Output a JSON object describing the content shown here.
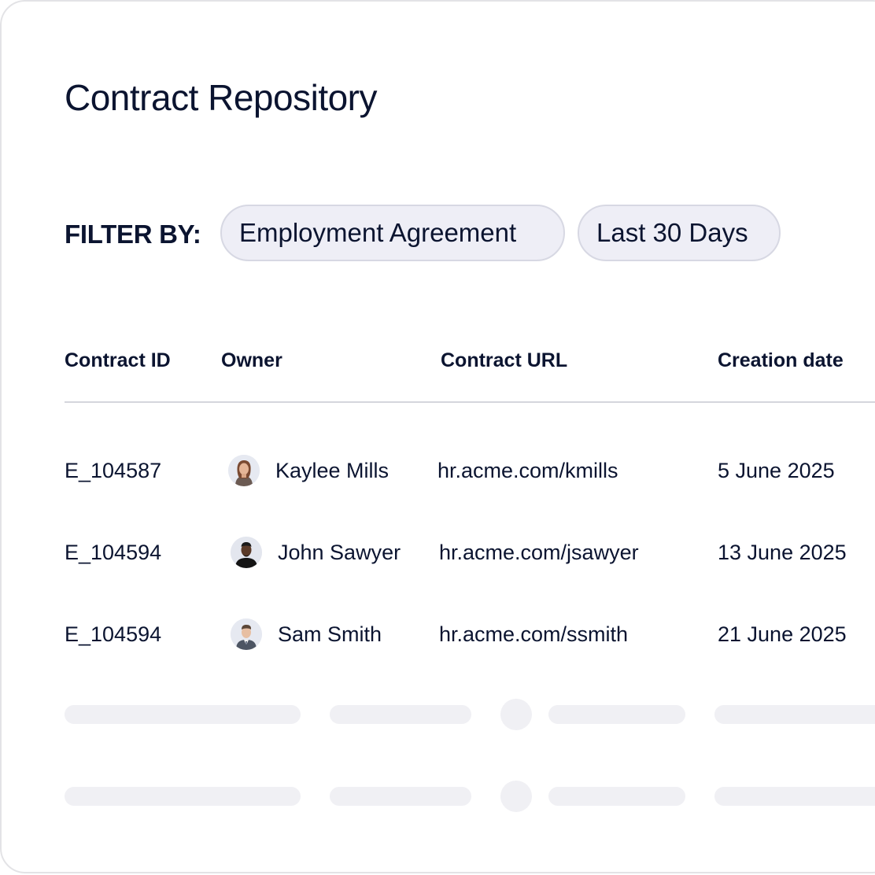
{
  "page": {
    "title": "Contract Repository"
  },
  "filters": {
    "label": "FILTER BY:",
    "chips": [
      {
        "label": "Employment Agreement"
      },
      {
        "label": "Last 30 Days"
      }
    ]
  },
  "table": {
    "columns": [
      "Contract ID",
      "Owner",
      "Contract URL",
      "Creation date"
    ],
    "rows": [
      {
        "id": "E_104587",
        "owner": "Kaylee Mills",
        "avatar_icon": "woman-avatar-icon",
        "url": "hr.acme.com/kmills",
        "date": "5 June 2025"
      },
      {
        "id": "E_104594",
        "owner": "John Sawyer",
        "avatar_icon": "man-avatar-icon",
        "url": "hr.acme.com/jsawyer",
        "date": "13 June 2025"
      },
      {
        "id": "E_104594",
        "owner": "Sam Smith",
        "avatar_icon": "man-suit-avatar-icon",
        "url": "hr.acme.com/ssmith",
        "date": "21 June 2025"
      }
    ],
    "loading_placeholder_rows": 2
  },
  "colors": {
    "text": "#0b1430",
    "chip_bg": "#eeeef6",
    "chip_border": "#d7d8e3",
    "divider": "#d5d6dc",
    "skeleton": "#f0f0f4",
    "card_border": "#e3e3e6"
  }
}
